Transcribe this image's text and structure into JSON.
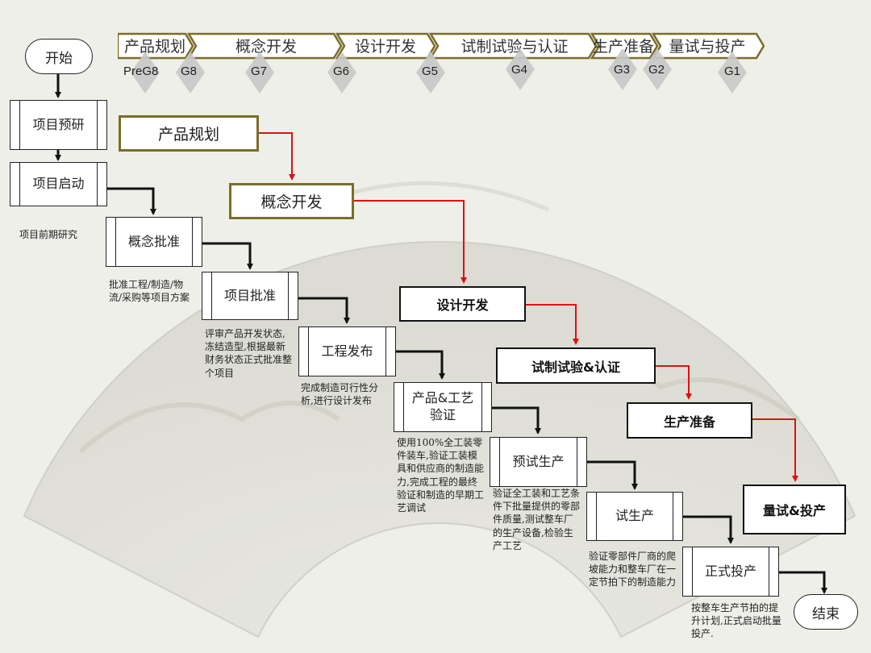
{
  "stages": [
    "产品规划",
    "概念开发",
    "设计开发",
    "试制试验与认证",
    "生产准备",
    "量试与投产"
  ],
  "gates": [
    "PreG8",
    "G8",
    "G7",
    "G6",
    "G5",
    "G4",
    "G3",
    "G2",
    "G1"
  ],
  "terminals": {
    "start": "开始",
    "end": "结束"
  },
  "process_steps": {
    "research": "项目预研",
    "kickoff": "项目启动",
    "concept_approval": "概念批准",
    "project_approval": "项目批准",
    "engineering_release": "工程发布",
    "product_process_validation": "产品&工艺验证",
    "pre_trial_production": "预试生产",
    "trial_production": "试生产",
    "start_of_production": "正式投产"
  },
  "stage_flow": {
    "product_planning": "产品规划",
    "concept_development": "概念开发",
    "design_development": "设计开发",
    "trial_test_cert": "试制试验&认证",
    "production_prep": "生产准备",
    "pilot_and_launch": "量试&投产"
  },
  "notes": {
    "research": "项目前期研究",
    "concept_approval": "批准工程/制造/物流/采购等项目方案",
    "project_approval": "评审产品开发状态,冻结造型,根据最新财务状态正式批准整个项目",
    "engineering_release": "完成制造可行性分析,进行设计发布",
    "product_process_validation": "使用100%全工装零件装车,验证工装模具和供应商的制造能力,完成工程的最终验证和制造的早期工艺调试",
    "pre_trial_production": "验证全工装和工艺条件下批量提供的零部件质量,测试整车厂的生产设备,检验生产工艺",
    "trial_production": "验证零部件厂商的爬坡能力和整车厂在一定节拍下的制造能力",
    "start_of_production": "按整车生产节拍的提升计划,正式启动批量投产."
  },
  "colors": {
    "olive": "#7a6d2a",
    "flow_red": "#dd1111",
    "flow_black": "#111111",
    "diamond": "#c8c8c8"
  }
}
